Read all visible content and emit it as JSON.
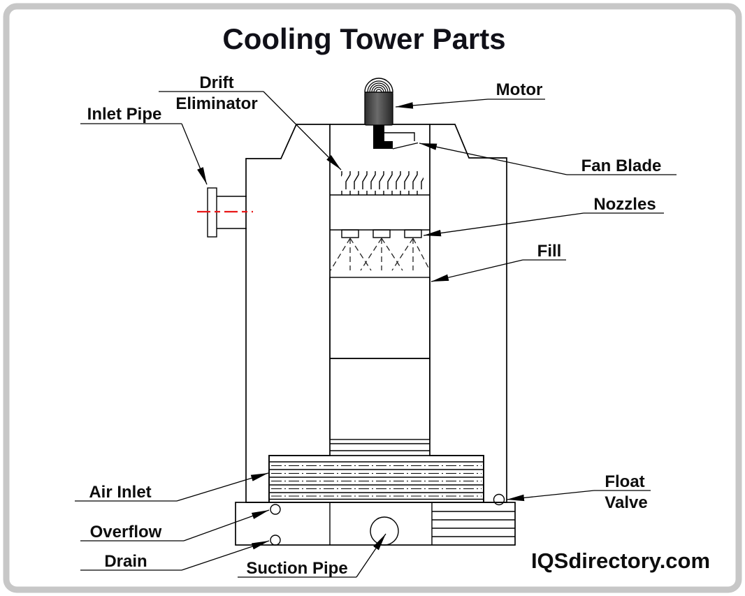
{
  "title": "Cooling Tower Parts",
  "watermark": "IQSdirectory.com",
  "labels": {
    "drift_line1": "Drift",
    "drift_line2": "Eliminator",
    "inlet_pipe": "Inlet Pipe",
    "motor": "Motor",
    "fan_blade": "Fan Blade",
    "nozzles": "Nozzles",
    "fill": "Fill",
    "air_inlet": "Air Inlet",
    "overflow": "Overflow",
    "drain": "Drain",
    "suction_pipe": "Suction Pipe",
    "float_line1": "Float",
    "float_line2": "Valve"
  },
  "colors": {
    "line": "#000000",
    "text": "#0d0d0d",
    "centerline_red": "#e81717",
    "frame_gray": "#c7c7c7",
    "motor_gray": "#3f3f3f"
  }
}
